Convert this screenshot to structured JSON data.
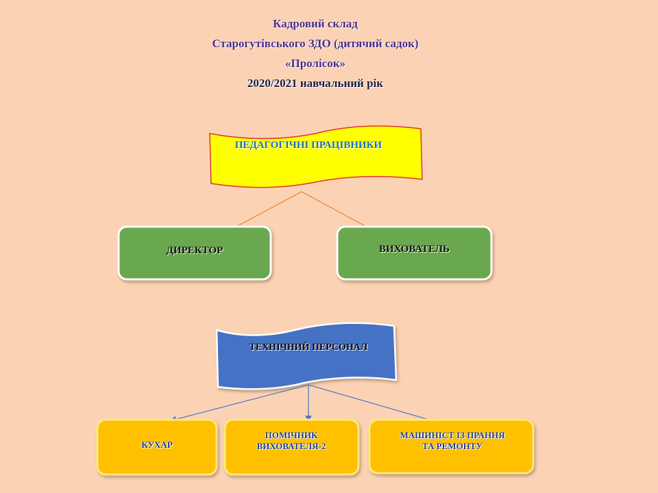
{
  "header": {
    "title_lines": [
      "Кадровий склад",
      "Старогутівського ЗДО (дитячий садок)",
      "«Пролісок»",
      "2020/2021 навчальний рік"
    ]
  },
  "pedagogical": {
    "banner_label": "ПЕДАГОГІЧНІ ПРАЦІВНИКИ",
    "banner_color": "#ffff00",
    "children": [
      "ДИРЕКТОР",
      "ВИХОВАТЕЛЬ"
    ],
    "child_color": "#6aa84f",
    "connector_color": "#ed7d31"
  },
  "technical": {
    "banner_label": "ТЕХНІЧНИЙ ПЕРСОНАЛ",
    "banner_color": "#4472c4",
    "children": [
      "КУХАР",
      "ПОМІЧНИК ВИХОВАТЕЛЯ-2",
      "МАШИНІСТ ІЗ ПРАННЯ ТА РЕМОНТУ"
    ],
    "child_color": "#ffc000",
    "connector_color": "#4a76c4"
  }
}
